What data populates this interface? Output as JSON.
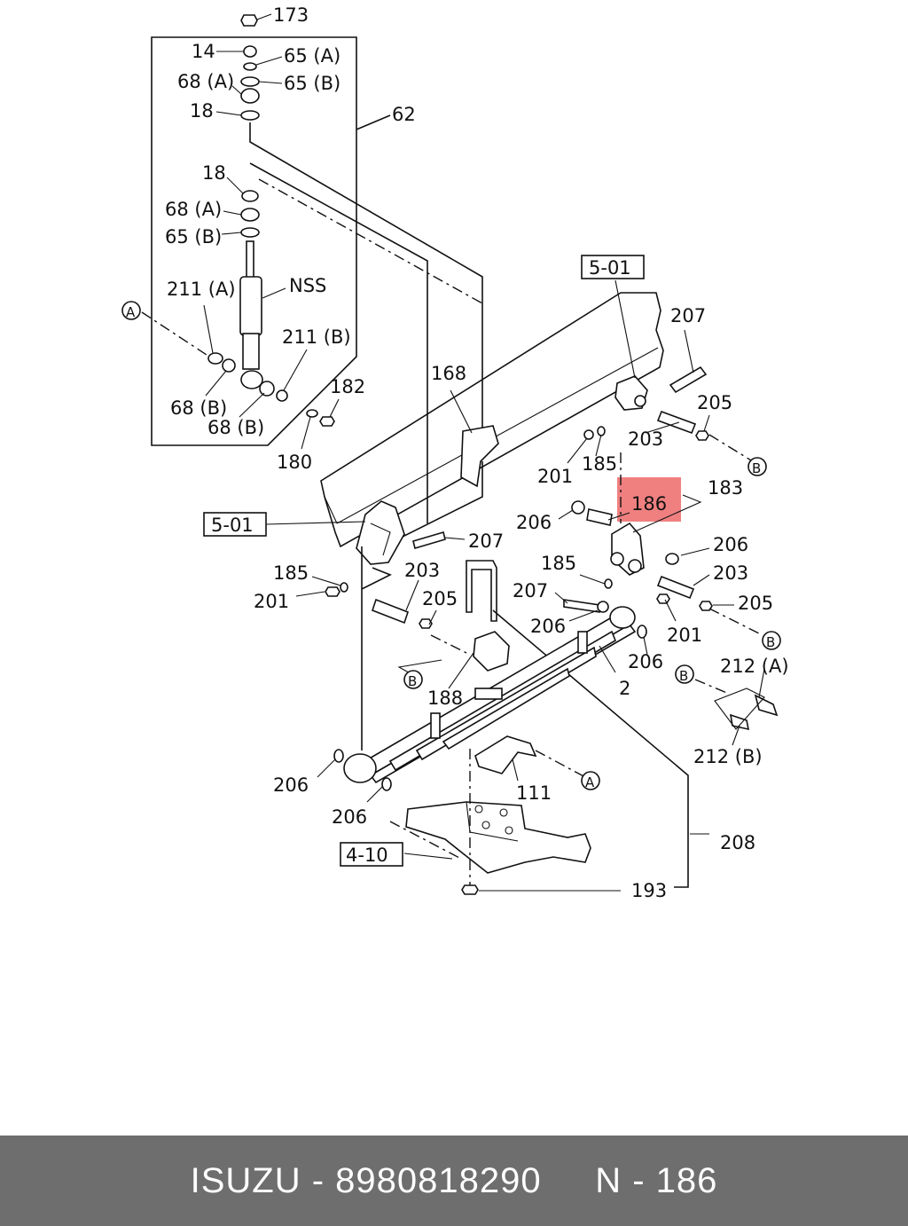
{
  "labels": {
    "l173": "173",
    "l14": "14",
    "l65A_top": "65 (A)",
    "l68A_top": "68 (A)",
    "l65B_top": "65 (B)",
    "l18_top": "18",
    "l62": "62",
    "l18_mid": "18",
    "l68A_mid": "68 (A)",
    "l65B_mid": "65 (B)",
    "l211A": "211 (A)",
    "lNSS": "NSS",
    "l211B": "211 (B)",
    "l68B_left": "68 (B)",
    "l68B_right": "68 (B)",
    "l182": "182",
    "l180": "180",
    "l168": "168",
    "l207_top": "207",
    "l205_top": "205",
    "l203_top": "203",
    "l201_right": "201",
    "l185_right": "185",
    "l183": "183",
    "l186": "186",
    "l206_a": "206",
    "l206_b": "206",
    "l203_right": "203",
    "l205_right": "205",
    "l185_mid": "185",
    "l207_mid": "207",
    "l206_c": "206",
    "l206_d": "206",
    "l201_low": "201",
    "l207_left": "207",
    "l185_left": "185",
    "l201_left": "201",
    "l203_left": "203",
    "l205_left": "205",
    "l188": "188",
    "l2": "2",
    "l212A": "212 (A)",
    "l212B": "212 (B)",
    "l206_e": "206",
    "l206_f": "206",
    "l111": "111",
    "l208": "208",
    "l193": "193"
  },
  "refs": {
    "r501_top": "5-01",
    "r501_left": "5-01",
    "r410": "4-10"
  },
  "markers": {
    "mA": "A",
    "mB": "B"
  },
  "highlight": {
    "color": "#f08080",
    "part": "186"
  },
  "footer": {
    "brand": "ISUZU",
    "part_number": "8980818290",
    "callout": "N - 186",
    "separator": " - "
  }
}
